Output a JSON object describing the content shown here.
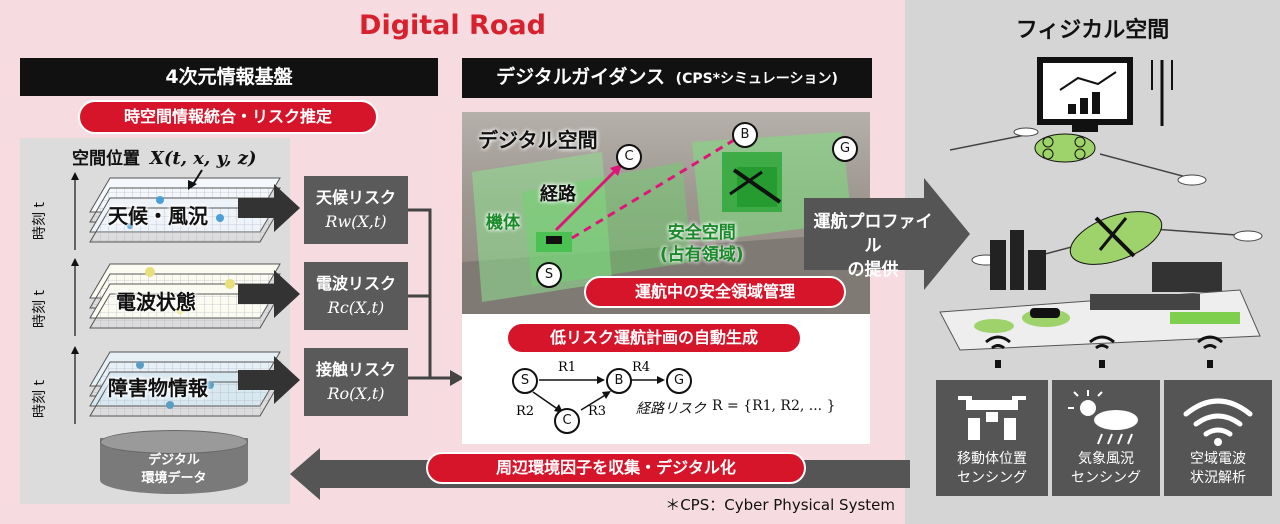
{
  "titles": {
    "digital_road": "Digital Road",
    "physical": "フィジカル空間"
  },
  "left": {
    "header": "4次元情報基盤",
    "pill": "時空間情報統合・リスク推定",
    "space_position": "空間位置",
    "space_formula": "X(t, x, y, z)",
    "time_label": "時刻 t",
    "layers": [
      "天候・風況",
      "電波状態",
      "障害物情報"
    ],
    "db_label_line1": "デジタル",
    "db_label_line2": "環境データ"
  },
  "risks": [
    {
      "title": "天候リスク",
      "formula": "Rw(X,t)"
    },
    {
      "title": "電波リスク",
      "formula": "Rc(X,t)"
    },
    {
      "title": "接触リスク",
      "formula": "Ro(X,t)"
    }
  ],
  "middle": {
    "header": "デジタルガイダンス",
    "header_sub": "(CPS*シミュレーション)",
    "digital_space": "デジタル空間",
    "route": "経路",
    "airframe": "機体",
    "safe_space_1": "安全空間",
    "safe_space_2": "(占有領域)",
    "pill_safe": "運航中の安全領域管理",
    "pill_plan": "低リスク運航計画の自動生成",
    "graph_nodes": [
      "S",
      "B",
      "G",
      "C"
    ],
    "graph_edges": [
      "R1",
      "R4",
      "R2",
      "R3"
    ],
    "route_risk": "経路リスク",
    "route_risk_formula": "R = {R1, R2, ... }"
  },
  "profile": {
    "line1": "運航プロファイル",
    "line2": "の提供"
  },
  "bottom": {
    "collect": "周辺環境因子を収集・デジタル化",
    "footnote": "＊CPS：Cyber Physical System"
  },
  "sensing": [
    {
      "line1": "移動体位置",
      "line2": "センシング"
    },
    {
      "line1": "気象風況",
      "line2": "センシング"
    },
    {
      "line1": "空域電波",
      "line2": "状況解析"
    }
  ]
}
